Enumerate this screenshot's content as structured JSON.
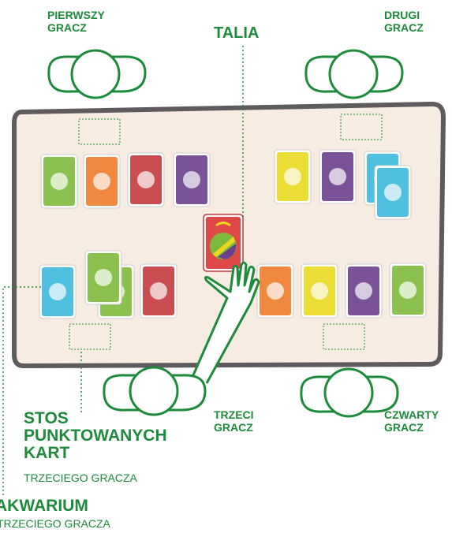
{
  "labels": {
    "player1": "PIERWSZY\nGRACZ",
    "player2": "DRUGI\nGRACZ",
    "deck": "TALIA",
    "player3": "TRZECI\nGRACZ",
    "player4": "CZWARTY\nGRACZ",
    "score_pile_title": "STOS\nPUNKTOWANYCH\nKART",
    "score_pile_sub": "TRZECIEGO GRACZA",
    "aquarium_title": "AKWARIUM",
    "aquarium_sub": "TRZECIEGO GRACZA"
  },
  "colors": {
    "accent": "#1e8a3c",
    "table": "#f6ece2",
    "table_border": "#5e5a5e",
    "card_green": "#7dba3c",
    "card_orange": "#ee7b2b",
    "card_red": "#c43a3e",
    "card_purple": "#6c3f8c",
    "card_yellow": "#ead820",
    "card_cyan": "#3db9dd"
  },
  "cards": {
    "top_left_row": [
      "green",
      "orange",
      "red",
      "purple"
    ],
    "top_right_row": [
      "yellow",
      "purple",
      "cyan",
      "cyan"
    ],
    "bottom_left_row": [
      "cyan",
      "green",
      "green",
      "red"
    ],
    "bottom_right_row": [
      "orange",
      "yellow",
      "purple",
      "green"
    ],
    "deck_card": "deck"
  }
}
